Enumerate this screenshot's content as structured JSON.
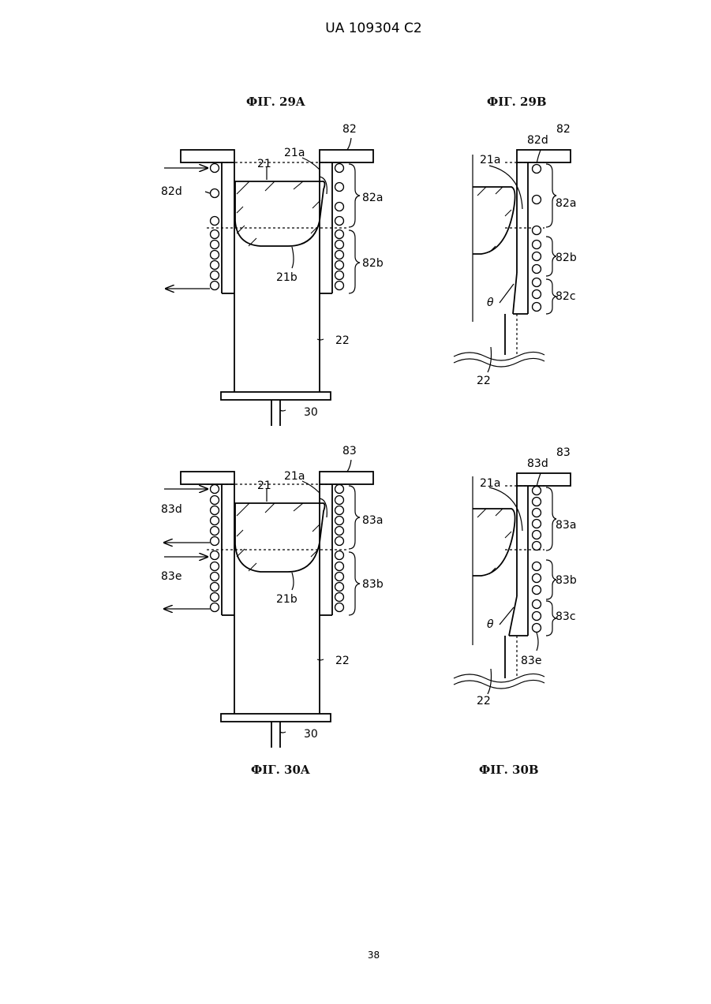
{
  "header": {
    "text": "UA   109304   C2"
  },
  "page_number": "38",
  "figures": {
    "fig29a": {
      "title": "ФІГ. 29A",
      "labels": {
        "device": "82",
        "ingot": "21",
        "edge": "21a",
        "coil_d": "82d",
        "zone_a": "82a",
        "zone_b": "82b",
        "bottom": "21b",
        "rod": "22",
        "base": "30"
      }
    },
    "fig29b": {
      "title": "ФІГ. 29B",
      "labels": {
        "device": "82",
        "coil_d": "82d",
        "edge": "21a",
        "zone_a": "82a",
        "zone_b": "82b",
        "zone_c": "82c",
        "angle": "θ",
        "rod": "22"
      }
    },
    "fig30a": {
      "title": "ФІГ. 30A",
      "labels": {
        "device": "83",
        "ingot": "21",
        "edge": "21a",
        "coil_d": "83d",
        "coil_e": "83e",
        "zone_a": "83a",
        "zone_b": "83b",
        "bottom": "21b",
        "rod": "22",
        "base": "30"
      }
    },
    "fig30b": {
      "title": "ФІГ. 30B",
      "labels": {
        "device": "83",
        "coil_d": "83d",
        "edge": "21a",
        "zone_a": "83a",
        "zone_b": "83b",
        "zone_c": "83c",
        "angle": "θ",
        "coil_e": "83e",
        "rod": "22"
      }
    }
  }
}
